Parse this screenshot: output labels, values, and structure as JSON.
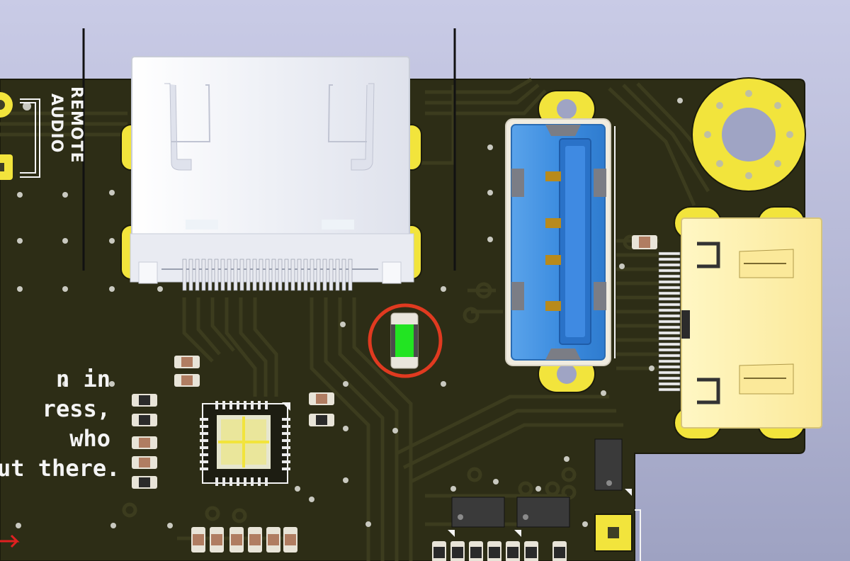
{
  "view": {
    "title": "",
    "background_colors": [
      "#c9cbe6",
      "#9ea2c2"
    ]
  },
  "board": {
    "pcb_color": "#2d2d16",
    "trace_color": "#3c3c1e",
    "copper_pad_color": "#f2e43c",
    "silkscreen_color": "#f4f4f4",
    "silkscreen_label": {
      "line1": "REMOTE",
      "line2": "AUDIO"
    },
    "silkscreen_text": {
      "line1": "n in",
      "line2": "ress,",
      "line3": "who",
      "line4": "ut there."
    }
  },
  "components": {
    "hdmi_connector": {
      "name": "HDMI receptacle",
      "color": "#f0f1f5"
    },
    "usb_connector": {
      "name": "USB 3.0 Type-A receptacle",
      "color": "#3d8de0"
    },
    "hdmi_mini_connector": {
      "name": "Gold connector",
      "color": "#fdf3b0"
    },
    "mounting_hole": {
      "name": "Mounting hole",
      "color": "#f2e43c"
    },
    "qfn_chip": {
      "name": "QFN IC"
    },
    "highlighted_led": {
      "name": "Green LED",
      "color": "#22e422",
      "highlight_color": "#e03a20"
    }
  },
  "icons": [
    "pcb-board-icon",
    "red-marker-icon"
  ]
}
